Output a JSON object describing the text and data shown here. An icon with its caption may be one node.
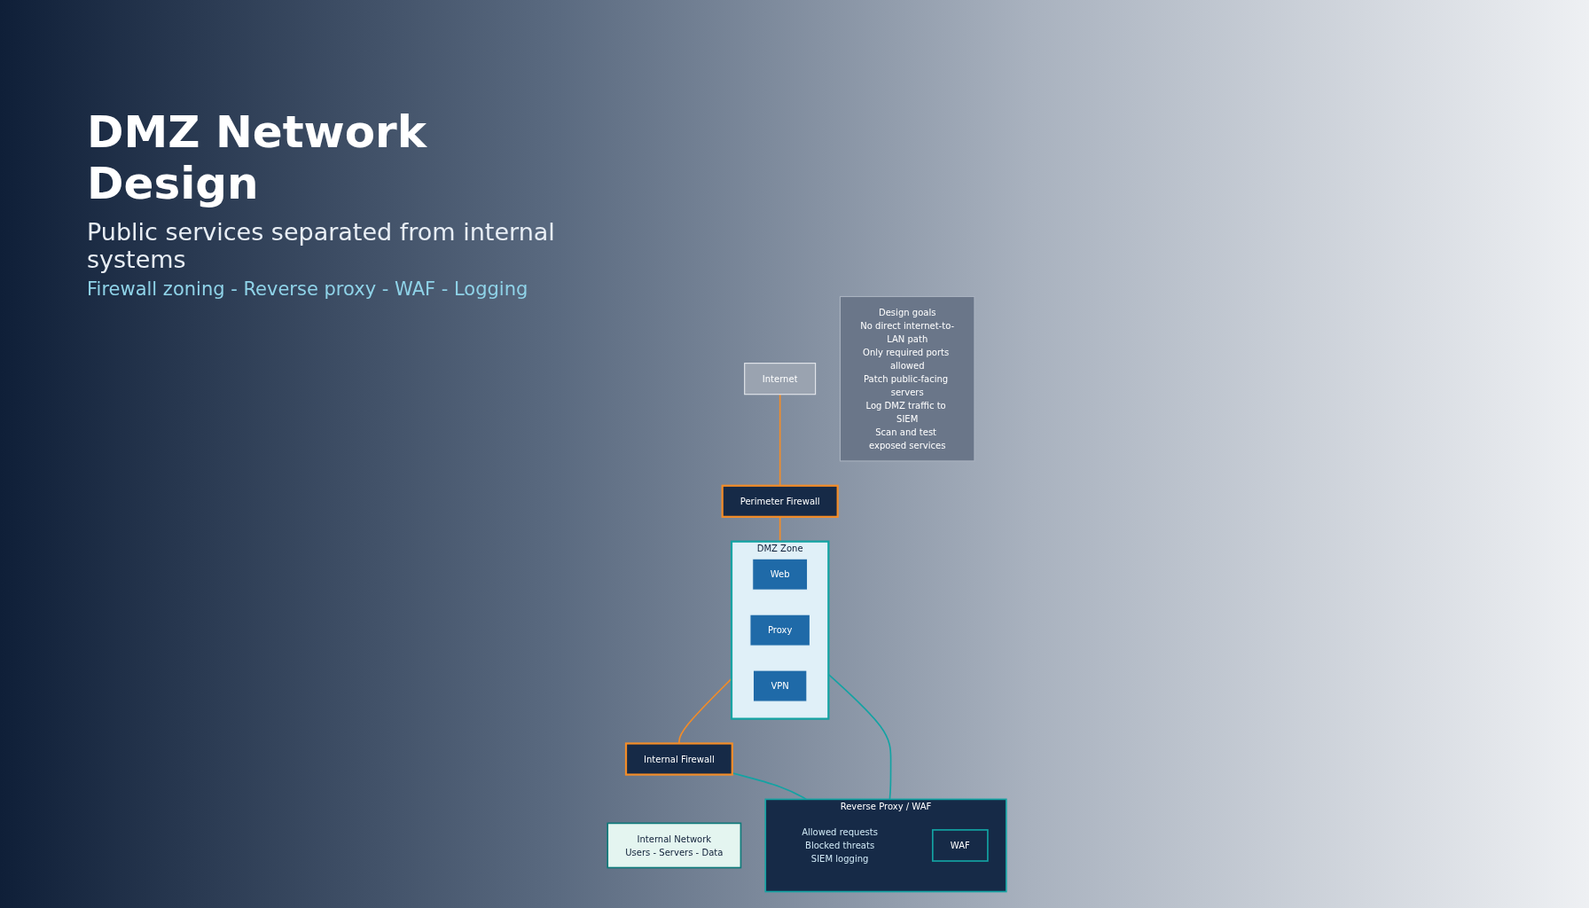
{
  "diagram": {
    "title": "DMZ Network Design",
    "nodes": [
      {
        "text": [
          "Internet"
        ]
      },
      {
        "text": [
          "Perimeter Firewall"
        ]
      },
      {
        "text": [
          "DMZ Zone"
        ]
      },
      {
        "text": [
          "Web"
        ],
        "in": 2
      },
      {
        "text": [
          "Proxy"
        ],
        "in": 2
      },
      {
        "text": [
          "VPN"
        ],
        "in": 2
      },
      {
        "text": [
          "Reverse Proxy / WAF",
          "Allowed requests",
          "Blocked threats",
          "SIEM logging"
        ]
      },
      {
        "text": [
          "WAF"
        ],
        "in": 6
      },
      {
        "text": [
          "Internal Firewall"
        ]
      },
      {
        "text": [
          "Internal Network",
          "Users - Servers - Data"
        ]
      },
      {
        "text": [
          "Design goals",
          "No direct internet-to-LAN path",
          "Only required ports allowed",
          "Patch public-facing servers",
          "Log DMZ traffic to SIEM",
          "Scan and test exposed services"
        ]
      }
    ],
    "edges": [
      {
        "from": 0,
        "to": 1,
        "arrow": "none"
      },
      {
        "from": 1,
        "to": 2,
        "arrow": "none"
      },
      {
        "from": 2,
        "to": 8,
        "arrow": "none"
      },
      {
        "from": 2,
        "to": 6,
        "arrow": "none",
        "color": "#13a3a3"
      },
      {
        "from": 8,
        "to": 6,
        "arrow": "none",
        "color": "#13a3a3"
      }
    ],
    "labels": [
      "Public services separated from internal systems",
      "Firewall zoning - Reverse proxy - WAF - Logging"
    ]
  }
}
